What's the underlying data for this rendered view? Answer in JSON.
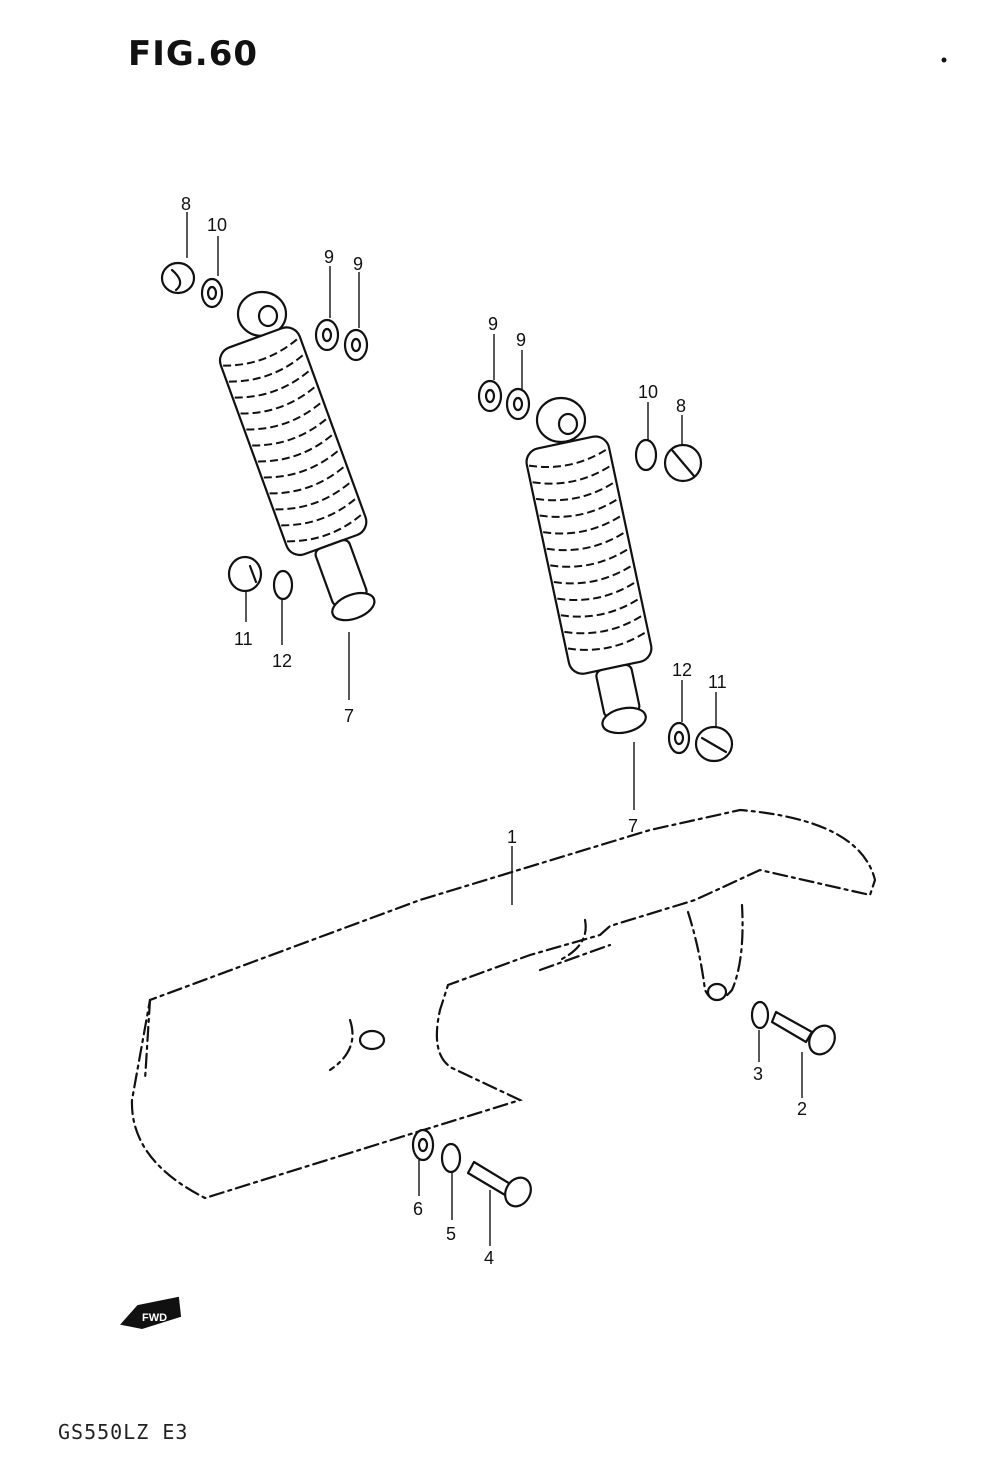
{
  "figure": {
    "title": "FIG.60",
    "model_code": "GS550LZ  E3",
    "fwd_badge": "FWD"
  },
  "callouts": [
    {
      "id": "lbl-8-left",
      "text": "8"
    },
    {
      "id": "lbl-10-left",
      "text": "10"
    },
    {
      "id": "lbl-9-left-a",
      "text": "9"
    },
    {
      "id": "lbl-9-left-b",
      "text": "9"
    },
    {
      "id": "lbl-11-left",
      "text": "11"
    },
    {
      "id": "lbl-12-left",
      "text": "12"
    },
    {
      "id": "lbl-7-left",
      "text": "7"
    },
    {
      "id": "lbl-9-right-a",
      "text": "9"
    },
    {
      "id": "lbl-9-right-b",
      "text": "9"
    },
    {
      "id": "lbl-10-right",
      "text": "10"
    },
    {
      "id": "lbl-8-right",
      "text": "8"
    },
    {
      "id": "lbl-12-right",
      "text": "12"
    },
    {
      "id": "lbl-11-right",
      "text": "11"
    },
    {
      "id": "lbl-7-right",
      "text": "7"
    },
    {
      "id": "lbl-1",
      "text": "1"
    },
    {
      "id": "lbl-3",
      "text": "3"
    },
    {
      "id": "lbl-2",
      "text": "2"
    },
    {
      "id": "lbl-6",
      "text": "6"
    },
    {
      "id": "lbl-5",
      "text": "5"
    },
    {
      "id": "lbl-4",
      "text": "4"
    }
  ]
}
